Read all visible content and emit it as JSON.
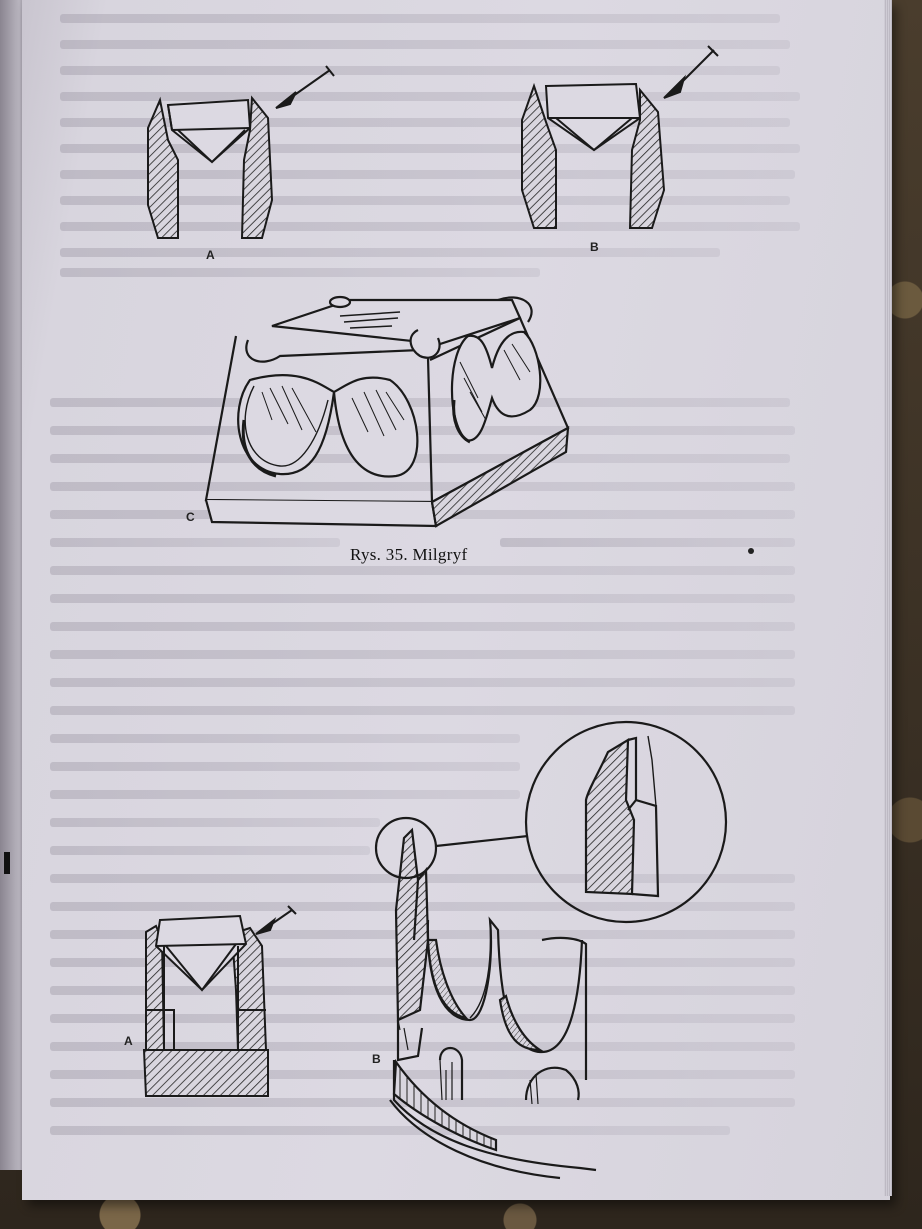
{
  "caption": "Rys. 35. Milgryf",
  "figure_labels": {
    "top_a": "A",
    "top_b": "B",
    "middle_c": "C",
    "bottom_a": "A",
    "bottom_b": "B"
  },
  "colors": {
    "page": "#dcd9e2",
    "ink": "#1a1a1a"
  }
}
